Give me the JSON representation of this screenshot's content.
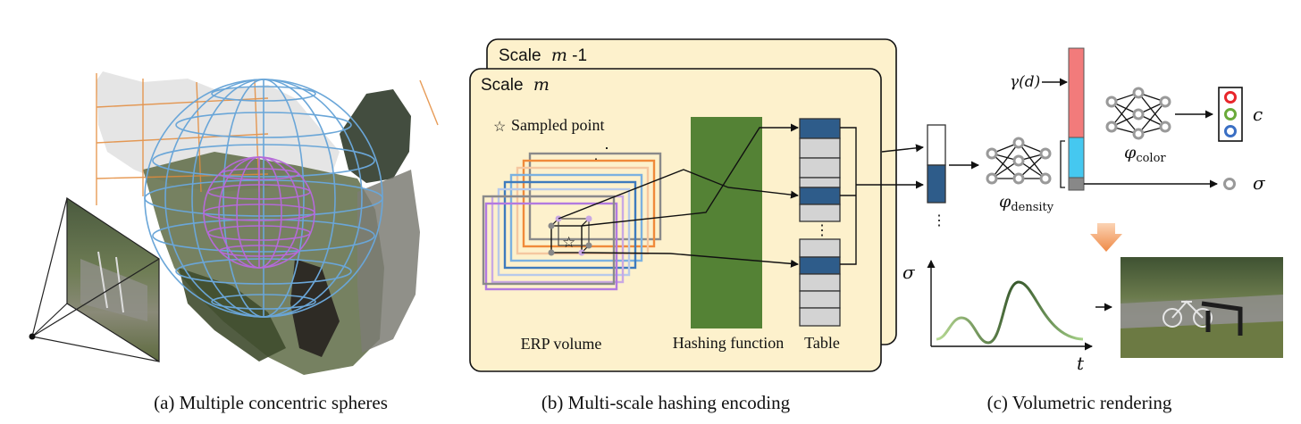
{
  "panel_a": {
    "caption": "(a) Multiple concentric spheres"
  },
  "panel_b": {
    "caption": "(b) Multi-scale hashing encoding",
    "scale_back_label": "Scale",
    "scale_back_var": "m",
    "scale_back_suffix": "-1",
    "scale_front_label": "Scale",
    "scale_front_var": "m",
    "legend_star": "☆",
    "legend_text": "Sampled point",
    "erp_label": "ERP volume",
    "hash_label": "Hashing function",
    "table_label": "Table",
    "colors": {
      "panel_fill": "#fdf1cc",
      "hash_green": "#548235",
      "table_blue": "#2e5c8a",
      "table_gray": "#d3d3d3"
    }
  },
  "panel_c": {
    "caption": "(c) Volumetric rendering",
    "gamma_label": "γ(d)",
    "phi_color_label": "φ",
    "phi_color_sub": "color",
    "phi_density_label": "φ",
    "phi_density_sub": "density",
    "c_label": "c",
    "sigma_label": "σ",
    "plot_y_label": "σ",
    "plot_x_label": "t",
    "colors": {
      "feature_red": "#f27b7b",
      "feature_cyan": "#45c8f0",
      "rgb_r": "#e8262b",
      "rgb_g": "#6aaa3a",
      "rgb_b": "#3a6fc4",
      "arrow_orange": "#f29a5c",
      "curve_green": "#8fbf6a"
    }
  }
}
